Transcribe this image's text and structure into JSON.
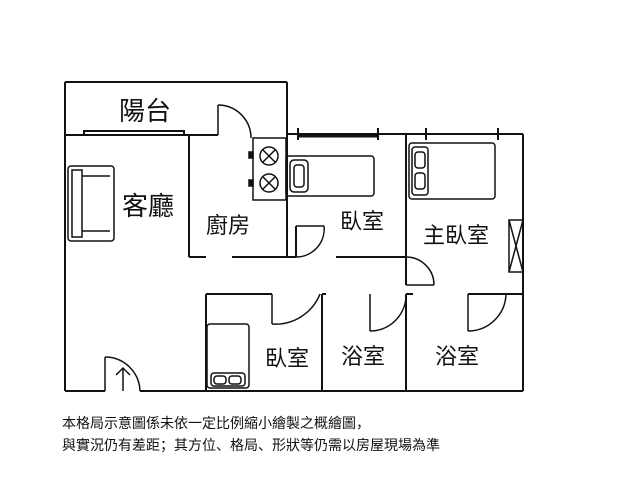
{
  "rooms": {
    "balcony": "陽台",
    "living": "客廳",
    "kitchen": "廚房",
    "bedroom_center": "臥室",
    "master_bedroom": "主臥室",
    "bedroom_bottom": "臥室",
    "bathroom_left": "浴室",
    "bathroom_right": "浴室"
  },
  "disclaimer": {
    "line1": "本格局示意圖係未依一定比例縮小繪製之概繪圖，",
    "line2": "與實況仍有差距；其方位、格局、形狀等仍需以房屋現場為準"
  },
  "colors": {
    "wall": "#111111",
    "background": "#ffffff"
  }
}
